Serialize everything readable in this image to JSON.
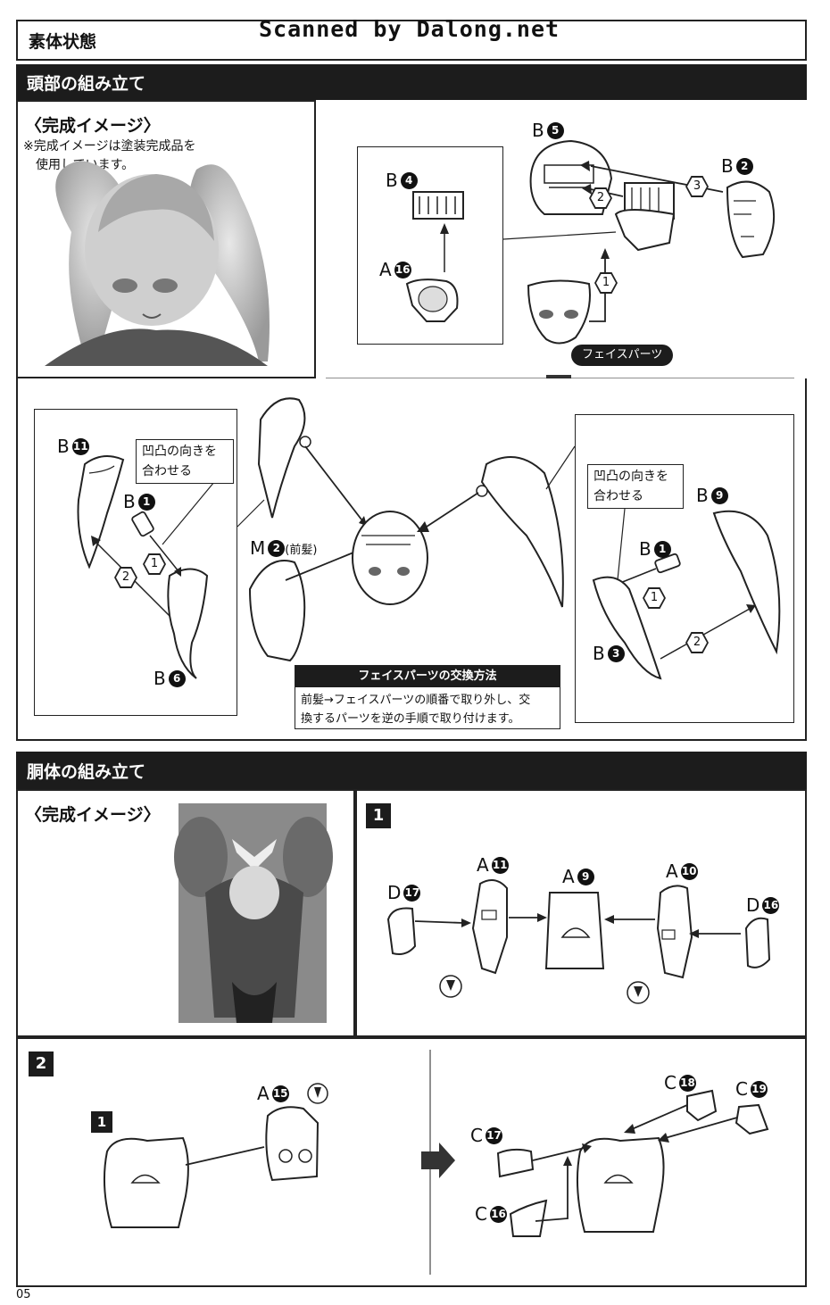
{
  "header": {
    "section_title": "素体状態",
    "watermark": "Scanned by Dalong.net"
  },
  "head_section": {
    "title": "頭部の組み立て",
    "finish_image_title": "〈完成イメージ〉",
    "finish_image_note_line1": "※完成イメージは塗装完成品を",
    "finish_image_note_line2": "使用しています。",
    "face_parts_label": "フェイスパーツ",
    "align_note_line1": "凹凸の向きを",
    "align_note_line2": "合わせる",
    "bangs_suffix": "(前髪)",
    "face_swap": {
      "title": "フェイスパーツの交換方法",
      "line1": "前髪→フェイスパーツの順番で取り外し、交",
      "line2": "換するパーツを逆の手順で取り付けます。"
    },
    "parts": {
      "b5": {
        "letter": "B",
        "num": "5"
      },
      "b2": {
        "letter": "B",
        "num": "2"
      },
      "b4": {
        "letter": "B",
        "num": "4"
      },
      "a16": {
        "letter": "A",
        "num": "16"
      },
      "b11": {
        "letter": "B",
        "num": "11"
      },
      "b1_left": {
        "letter": "B",
        "num": "1"
      },
      "b6": {
        "letter": "B",
        "num": "6"
      },
      "m2": {
        "letter": "M",
        "num": "2"
      },
      "b9": {
        "letter": "B",
        "num": "9"
      },
      "b1_right": {
        "letter": "B",
        "num": "1"
      },
      "b3": {
        "letter": "B",
        "num": "3"
      }
    },
    "steps": {
      "s1": "1",
      "s2": "2",
      "s3": "3"
    }
  },
  "body_section": {
    "title": "胴体の組み立て",
    "finish_image_title": "〈完成イメージ〉",
    "step1": "1",
    "step2": "2",
    "step2_sub": "1",
    "parts": {
      "d17": {
        "letter": "D",
        "num": "17"
      },
      "a11": {
        "letter": "A",
        "num": "11"
      },
      "a9": {
        "letter": "A",
        "num": "9"
      },
      "a10": {
        "letter": "A",
        "num": "10"
      },
      "d16": {
        "letter": "D",
        "num": "16"
      },
      "a15": {
        "letter": "A",
        "num": "15"
      },
      "c18": {
        "letter": "C",
        "num": "18"
      },
      "c19": {
        "letter": "C",
        "num": "19"
      },
      "c17": {
        "letter": "C",
        "num": "17"
      },
      "c16": {
        "letter": "C",
        "num": "16"
      }
    }
  },
  "page_number": "05"
}
